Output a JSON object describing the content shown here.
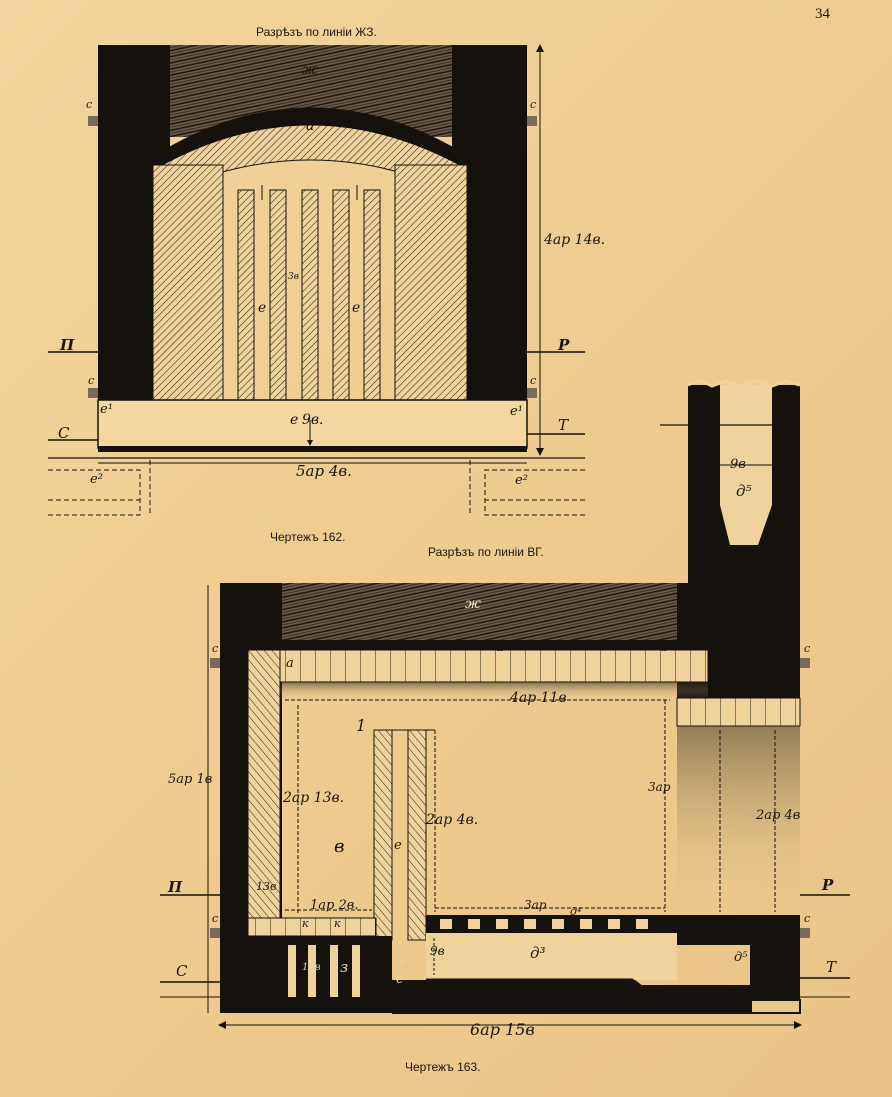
{
  "page_number": "34",
  "top_drawing": {
    "section_title": "Разрѣзъ по линiи ЖЗ.",
    "caption": "Чертежъ 162.",
    "labels": {
      "zh": "ж",
      "a": "а",
      "e_left": "е",
      "e_right": "е",
      "e_bottom": "е",
      "e1_left": "е¹",
      "e1_right": "е¹",
      "e2_left": "е²",
      "e2_right": "е²",
      "c_upper_left": "с",
      "c_upper_right": "с",
      "c_lower_left": "с",
      "c_lower_right": "с",
      "P_left": "П",
      "R_right": "Р",
      "S_left": "С",
      "T_right": "Т",
      "dim_height": "4ар 14в.",
      "dim_width": "5ар 4в.",
      "dim_slot": "9в.",
      "dim_small": "3в"
    }
  },
  "chimney": {
    "dim_width": "9в",
    "label": "д⁵"
  },
  "bottom_drawing": {
    "section_title": "Разрѣзъ по линiи ВГ.",
    "caption": "Чертежъ 163.",
    "labels": {
      "zh": "ж",
      "a_left": "а",
      "a_mid": "а",
      "a2": "а²",
      "v": "в",
      "e_mid": "е",
      "e_low": "е",
      "z": "з",
      "k1": "к",
      "k2": "к",
      "d3": "д³",
      "d4": "д⁴",
      "d5": "д⁵",
      "c_left_up": "с",
      "c_right_up": "с",
      "c_left_low": "с",
      "c_right_low": "с",
      "P_left": "П",
      "R_right": "Р",
      "S_left": "С",
      "T_right": "Т",
      "arrow_label": "1",
      "dim_total_height": "5ар 1в",
      "dim_total_width": "6ар 15в",
      "dim_inner_width": "4ар 11в",
      "dim_h1": "2ар 13в.",
      "dim_h2": "2ар 4в.",
      "dim_h3": "3ар",
      "dim_h4": "2ар 4в",
      "dim_w1": "1ар 2в.",
      "dim_w2": "3ар",
      "dim_12v": "12в",
      "dim_13v": "13в",
      "dim_9v": "9в",
      "dim_3v": "3в"
    }
  }
}
